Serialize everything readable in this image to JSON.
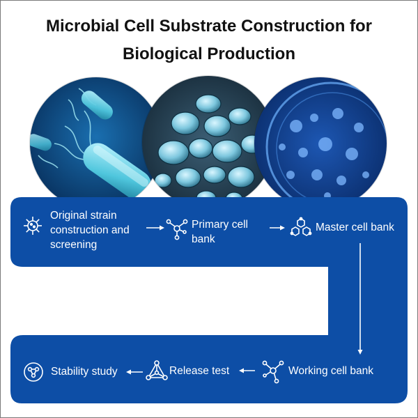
{
  "title": {
    "line1": "Microbial Cell Substrate Construction for",
    "line2": "Biological Production"
  },
  "images": {
    "bacteria": "bacteria-illustration",
    "yeast": "yeast-cells-illustration",
    "petri": "petri-dish-colonies-illustration"
  },
  "colors": {
    "flow_blue": "#0d4ea6",
    "arrow": "#ffffff"
  },
  "steps": {
    "original": {
      "icon": "virus-icon",
      "lines": [
        "Original strain",
        "construction and",
        "screening"
      ]
    },
    "primary": {
      "icon": "molecule-network-icon",
      "lines": [
        "Primary cell",
        "bank"
      ]
    },
    "master": {
      "icon": "hexagon-cluster-icon",
      "lines": [
        "Master cell bank"
      ]
    },
    "working": {
      "icon": "molecule-network-icon",
      "lines": [
        "Working cell bank"
      ]
    },
    "release": {
      "icon": "triangle-network-icon",
      "lines": [
        "Release test"
      ]
    },
    "stability": {
      "icon": "circle-molecule-icon",
      "lines": [
        "Stability study"
      ]
    }
  }
}
